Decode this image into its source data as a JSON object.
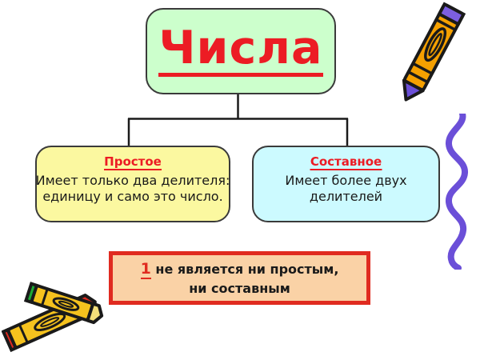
{
  "diagram": {
    "title_node": {
      "label": "Числа",
      "fill_color": "#ccffcc",
      "text_color": "#ec1c24"
    },
    "children": [
      {
        "heading": "Простое",
        "body_line_1": "Имеет только два делителя:",
        "body_line_2": "единицу и само это число.",
        "fill_color": "#fbf8a0",
        "heading_color": "#ec1c24"
      },
      {
        "heading": "Составное",
        "body_line_1": "Имеет более двух",
        "body_line_2": "делителей",
        "fill_color": "#ccfaff",
        "heading_color": "#ec1c24"
      }
    ],
    "note": {
      "number": "1",
      "text_line_1": " не является ни простым,",
      "text_line_2": "ни составным",
      "fill_color": "#fad2a6",
      "border_color": "#e02b20",
      "number_color": "#e02b20"
    },
    "connector_color": "#1a1a1a"
  },
  "decorations": {
    "crayon_top_right": {
      "name": "orange-crayon-purple-tip",
      "body_color": "#f5a000",
      "tip_color": "#6b4fd8",
      "outline_color": "#1a1a1a"
    },
    "squiggle_right": {
      "name": "purple-wavy-line",
      "color": "#6b4fd8"
    },
    "crayons_bottom_left": {
      "name": "crossed-crayons",
      "body_color": "#f5c21e",
      "tip_color_1": "#e02b20",
      "tip_color_2": "#1faa35",
      "outline_color": "#1a1a1a"
    }
  }
}
